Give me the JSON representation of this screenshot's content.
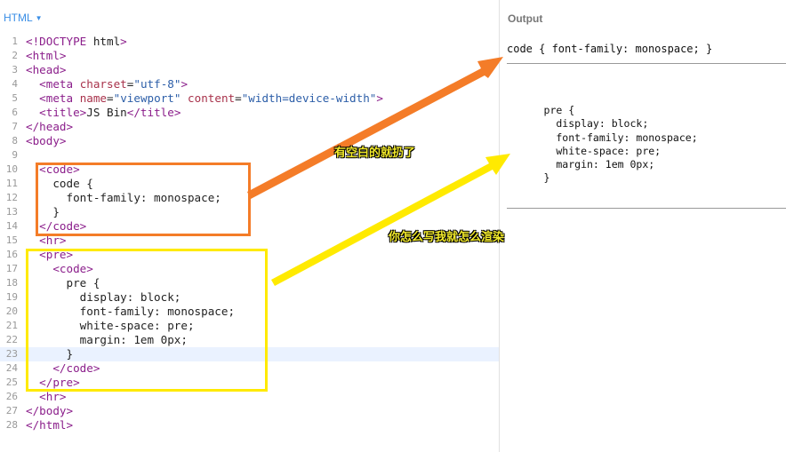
{
  "editor": {
    "panel_label": "HTML",
    "lines": [
      "<!DOCTYPE html>",
      "<html>",
      "<head>",
      "  <meta charset=\"utf-8\">",
      "  <meta name=\"viewport\" content=\"width=device-width\">",
      "  <title>JS Bin</title>",
      "</head>",
      "<body>",
      "",
      "  <code>",
      "    code {",
      "      font-family: monospace;",
      "    }",
      "  </code>",
      "  <hr>",
      "  <pre>",
      "    <code>",
      "      pre {",
      "        display: block;",
      "        font-family: monospace;",
      "        white-space: pre;",
      "        margin: 1em 0px;",
      "      }",
      "    </code>",
      "  </pre>",
      "  <hr>",
      "</body>",
      "</html>"
    ]
  },
  "output": {
    "label": "Output",
    "code_text": "code { font-family: monospace; }",
    "pre_text": "\n      pre {\n        display: block;\n        font-family: monospace;\n        white-space: pre;\n        margin: 1em 0px;\n      }\n    "
  },
  "annotations": {
    "first": "有空白的就扔了",
    "second": "你怎么写我就怎么渲染"
  },
  "colors": {
    "orange_box": "#f47c28",
    "yellow_box": "#ffea00",
    "tag": "#8b1e8b",
    "attr": "#a8324b",
    "string": "#2c5ea8"
  }
}
